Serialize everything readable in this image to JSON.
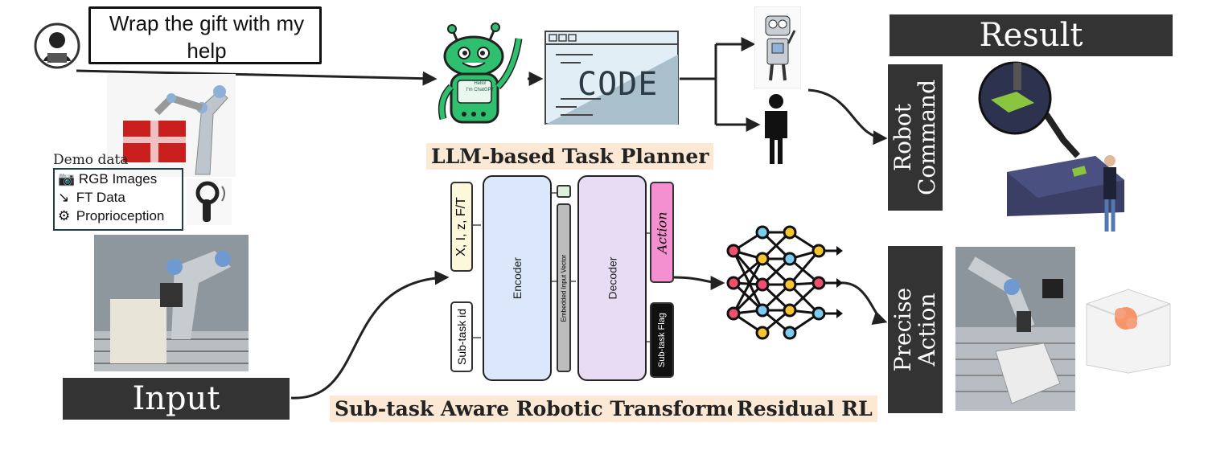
{
  "speech": {
    "text": "Wrap the gift with my help"
  },
  "result_label": "Result",
  "input_label": "Input",
  "demo": {
    "title": "Demo data",
    "items": [
      "RGB Images",
      "FT Data",
      "Proprioception"
    ]
  },
  "planner": {
    "bubble_line1": "Hello!",
    "bubble_line2": "I'm ChatGPT",
    "code_text": "CODE",
    "caption": "LLM-based Task Planner"
  },
  "transformer": {
    "input_top": "X, I, z, F/T",
    "input_bottom": "Sub-task id",
    "encoder": "Encoder",
    "embedded": "Embedded Input Vector",
    "decoder": "Decoder",
    "action": "Action",
    "flag": "Sub-task Flag",
    "caption": "Sub-task Aware Robotic Transformer"
  },
  "residual_rl": {
    "caption": "Residual RL"
  },
  "outputs": {
    "robot_command": [
      "Robot",
      "Command"
    ],
    "precise_action": [
      "Precise",
      "Action"
    ]
  },
  "colors": {
    "dark_box": "#333333",
    "highlight": "#fbe9d5",
    "encoder": "#dbe8fb",
    "decoder": "#e7dcf3",
    "action": "#f48fd0",
    "chatgpt_green": "#2ebf6f",
    "nn_red": "#f0506e",
    "nn_yellow": "#f7c531",
    "nn_blue": "#7ecbf0"
  }
}
